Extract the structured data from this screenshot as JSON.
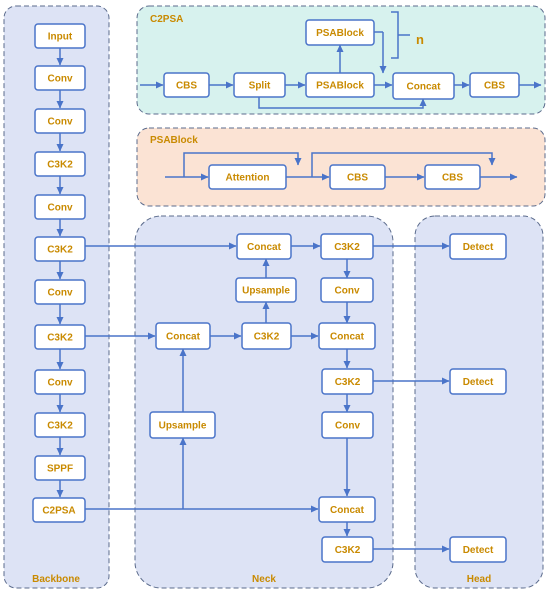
{
  "colors": {
    "panel_blue": "#dde3f5",
    "panel_teal": "#d7f2ee",
    "panel_peach": "#fbe3d4",
    "panel_border": "#5b6b8c",
    "node_fill": "#ffffff",
    "node_border": "#4a74c9",
    "arrow": "#4a74c9",
    "label": "#c98a00"
  },
  "regions": {
    "backbone": "Backbone",
    "neck": "Neck",
    "head": "Head",
    "c2psa": "C2PSA",
    "psablock": "PSABlock"
  },
  "repeat_label": "n",
  "nodes": {
    "bb_input": "Input",
    "bb_conv1": "Conv",
    "bb_conv2": "Conv",
    "bb_c3k2_1": "C3K2",
    "bb_conv3": "Conv",
    "bb_c3k2_2": "C3K2",
    "bb_conv4": "Conv",
    "bb_c3k2_3": "C3K2",
    "bb_conv5": "Conv",
    "bb_c3k2_4": "C3K2",
    "bb_sppf": "SPPF",
    "bb_c2psa": "C2PSA",
    "c2_cbs1": "CBS",
    "c2_split": "Split",
    "c2_psablock_top": "PSABlock",
    "c2_psablock": "PSABlock",
    "c2_concat": "Concat",
    "c2_cbs2": "CBS",
    "psa_attention": "Attention",
    "psa_cbs1": "CBS",
    "psa_cbs2": "CBS",
    "nk_concat1": "Concat",
    "nk_upsample1": "Upsample",
    "nk_concat2": "Concat",
    "nk_c3k2_mid": "C3K2",
    "nk_upsample2": "Upsample",
    "nk_c3k2_r1": "C3K2",
    "nk_conv_r1": "Conv",
    "nk_concat_r2": "Concat",
    "nk_c3k2_r2": "C3K2",
    "nk_conv_r2": "Conv",
    "nk_concat_r3": "Concat",
    "nk_c3k2_r3": "C3K2",
    "hd_detect1": "Detect",
    "hd_detect2": "Detect",
    "hd_detect3": "Detect"
  }
}
